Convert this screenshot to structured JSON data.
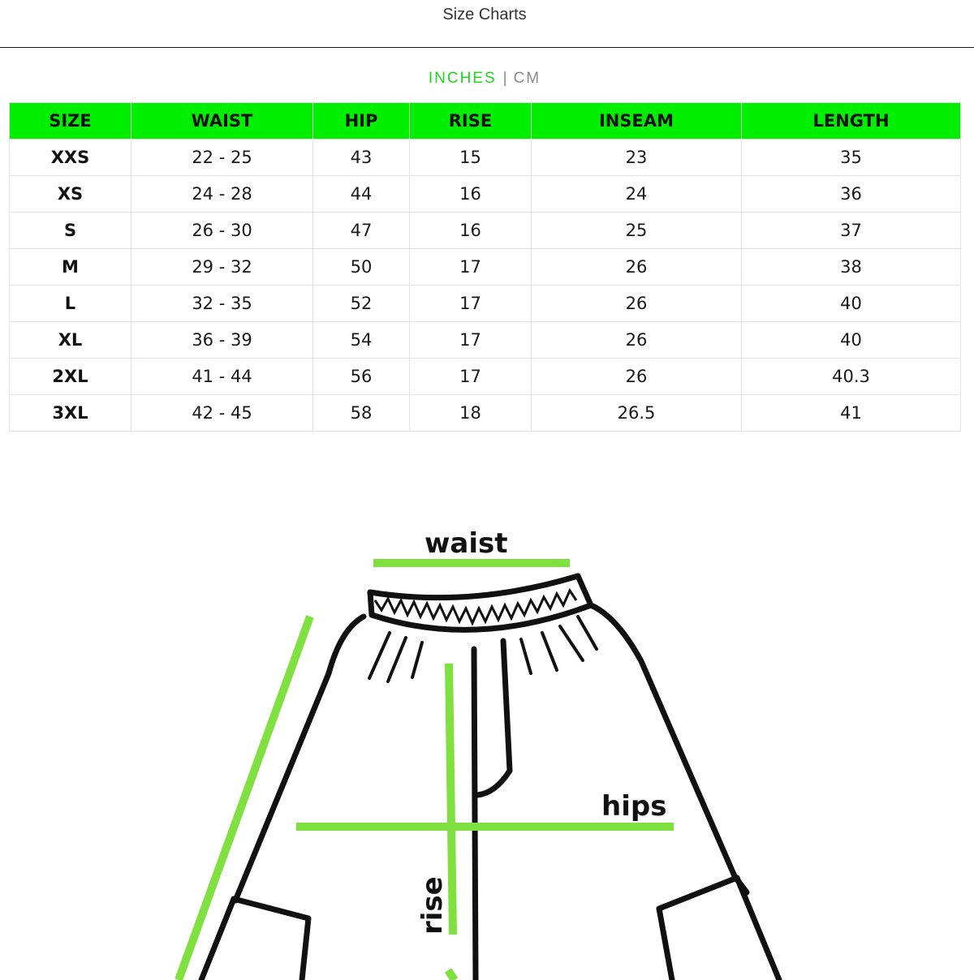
{
  "header": {
    "title": "Size Charts"
  },
  "units": {
    "active": "INCHES",
    "inactive": "CM"
  },
  "table": {
    "columns": [
      "SIZE",
      "WAIST",
      "HIP",
      "RISE",
      "INSEAM",
      "LENGTH"
    ],
    "rows": [
      [
        "XXS",
        "22 - 25",
        "43",
        "15",
        "23",
        "35"
      ],
      [
        "XS",
        "24 - 28",
        "44",
        "16",
        "24",
        "36"
      ],
      [
        "S",
        "26 - 30",
        "47",
        "16",
        "25",
        "37"
      ],
      [
        "M",
        "29 - 32",
        "50",
        "17",
        "26",
        "38"
      ],
      [
        "L",
        "32 - 35",
        "52",
        "17",
        "26",
        "40"
      ],
      [
        "XL",
        "36 - 39",
        "54",
        "17",
        "26",
        "40"
      ],
      [
        "2XL",
        "41 - 44",
        "56",
        "17",
        "26",
        "40.3"
      ],
      [
        "3XL",
        "42 - 45",
        "58",
        "18",
        "26.5",
        "41"
      ]
    ]
  },
  "diagram": {
    "labels": {
      "waist": "waist",
      "hips": "hips",
      "rise": "rise"
    }
  },
  "colors": {
    "header_green": "#00ee00",
    "active_unit": "#1fd41f",
    "measure_green": "#7fe040"
  }
}
